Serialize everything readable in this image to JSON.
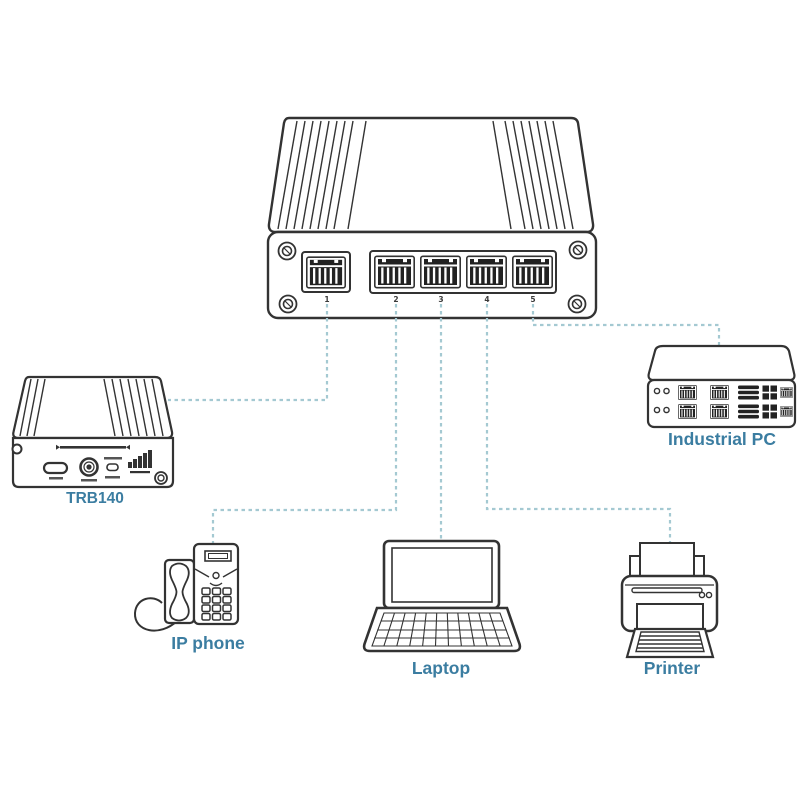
{
  "colors": {
    "background": "#ffffff",
    "outline": "#333333",
    "dark_fill": "#222222",
    "connection_line": "#a4c9d2",
    "label_text": "#3b7da1",
    "port_number_text": "#3a3a3a"
  },
  "switch": {
    "port_labels": [
      "1",
      "2",
      "3",
      "4",
      "5"
    ]
  },
  "devices": [
    {
      "id": "trb140",
      "label": "TRB140"
    },
    {
      "id": "ip-phone",
      "label": "IP phone"
    },
    {
      "id": "laptop",
      "label": "Laptop"
    },
    {
      "id": "printer",
      "label": "Printer"
    },
    {
      "id": "industrial-pc",
      "label": "Industrial PC"
    }
  ],
  "connections": [
    {
      "from_port": "1",
      "to_device": "TRB140"
    },
    {
      "from_port": "2",
      "to_device": "IP phone"
    },
    {
      "from_port": "3",
      "to_device": "Laptop"
    },
    {
      "from_port": "4",
      "to_device": "Printer"
    },
    {
      "from_port": "5",
      "to_device": "Industrial PC"
    }
  ]
}
